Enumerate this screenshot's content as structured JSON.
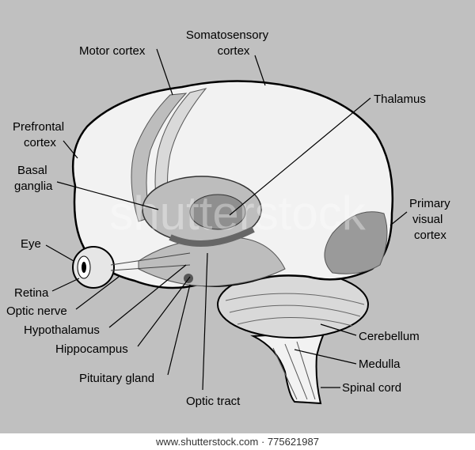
{
  "labels": {
    "motor_cortex": "Motor cortex",
    "somatosensory_1": "Somatosensory",
    "somatosensory_2": "cortex",
    "thalamus": "Thalamus",
    "prefrontal_1": "Prefrontal",
    "prefrontal_2": "cortex",
    "basal_1": "Basal",
    "basal_2": "ganglia",
    "visual_1": "Primary",
    "visual_2": "visual",
    "visual_3": "cortex",
    "eye": "Eye",
    "retina": "Retina",
    "optic_nerve": "Optic nerve",
    "hypothalamus": "Hypothalamus",
    "hippocampus": "Hippocampus",
    "pituitary": "Pituitary gland",
    "optic_tract": "Optic tract",
    "cerebellum": "Cerebellum",
    "medulla": "Medulla",
    "spinal_cord": "Spinal cord"
  },
  "watermark": "shutterstock",
  "footer": "www.shutterstock.com · 775621987",
  "colors": {
    "background": "#c0c0c0",
    "lobe_light": "#f2f2f2",
    "lobe_mid": "#bdbdbd",
    "lobe_dark": "#8f8f8f"
  }
}
